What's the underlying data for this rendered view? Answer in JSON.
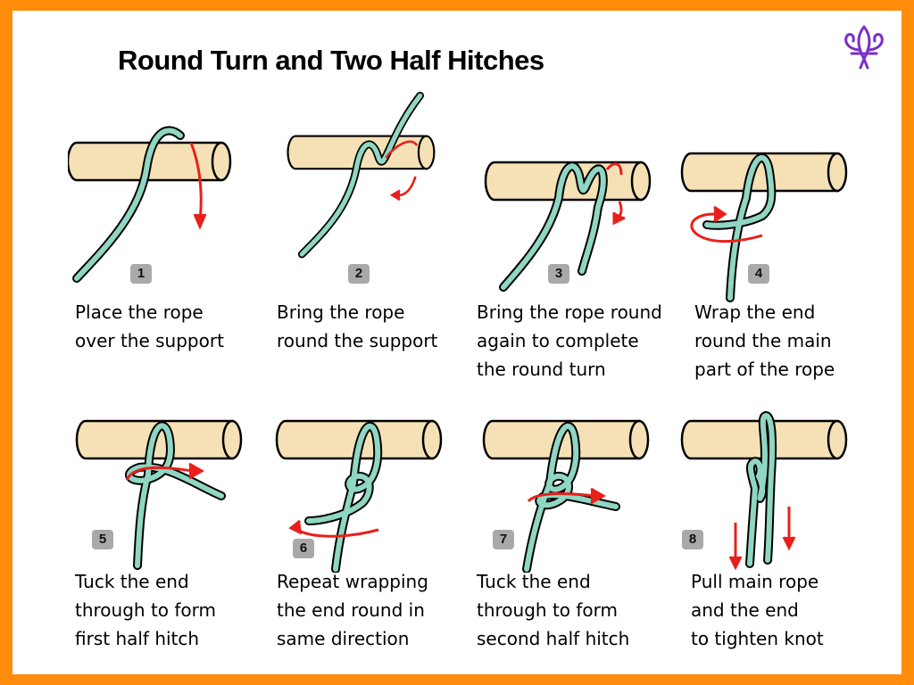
{
  "title": "Round Turn and Two Half Hitches",
  "logo": {
    "icon": "fleur-de-lis-icon",
    "color": "#7a2fc8"
  },
  "colors": {
    "border": "#ff8c0a",
    "rope": "#8fd6c3",
    "support": "#f6e1b6",
    "arrow": "#e8201b",
    "badge": "#a9a9a9"
  },
  "steps": [
    {
      "number": "1",
      "lines": [
        "Place the rope",
        "over the support"
      ]
    },
    {
      "number": "2",
      "lines": [
        "Bring the rope",
        "round the support"
      ]
    },
    {
      "number": "3",
      "lines": [
        "Bring the rope round",
        "again to complete",
        "the round turn"
      ]
    },
    {
      "number": "4",
      "lines": [
        "Wrap the end",
        "round the main",
        "part of the rope"
      ]
    },
    {
      "number": "5",
      "lines": [
        "Tuck the end",
        "through to form",
        "first half hitch"
      ]
    },
    {
      "number": "6",
      "lines": [
        "Repeat wrapping",
        "the end round in",
        "same direction"
      ]
    },
    {
      "number": "7",
      "lines": [
        "Tuck the end",
        "through to form",
        "second half hitch"
      ]
    },
    {
      "number": "8",
      "lines": [
        "Pull main rope",
        "and the end",
        "to tighten knot"
      ]
    }
  ]
}
